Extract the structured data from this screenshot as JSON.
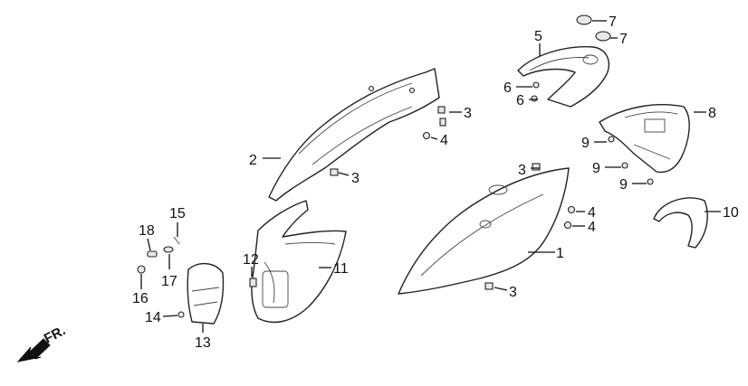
{
  "diagram": {
    "direction_label": "FR.",
    "callouts": [
      "1",
      "2",
      "3",
      "3",
      "3",
      "3",
      "4",
      "4",
      "4",
      "5",
      "6",
      "6",
      "7",
      "7",
      "8",
      "9",
      "9",
      "9",
      "10",
      "11",
      "12",
      "13",
      "14",
      "15",
      "16",
      "17",
      "18"
    ]
  },
  "colors": {
    "line": "#222222",
    "background": "#ffffff",
    "text": "#111111"
  },
  "icons": {
    "direction": "front-arrow-icon"
  }
}
